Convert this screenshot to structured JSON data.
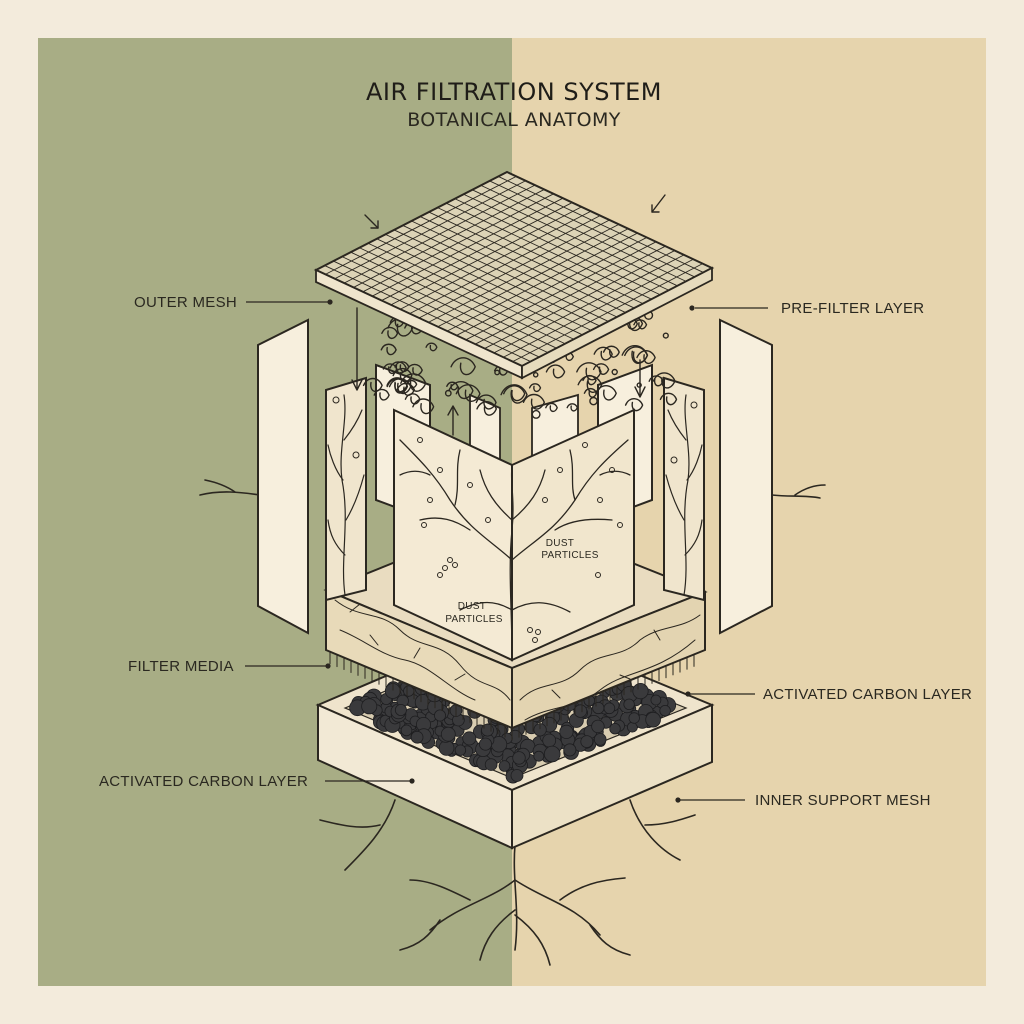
{
  "title": "AIR FILTRATION SYSTEM",
  "subtitle": "BOTANICAL ANATOMY",
  "labels": {
    "outer_mesh": "OUTER MESH",
    "pre_filter_layer": "PRE-FILTER LAYER",
    "filter_media": "FILTER MEDIA",
    "activated_carbon_right": "ACTIVATED CARBON LAYER",
    "activated_carbon_left": "ACTIVATED CARBON LAYER",
    "inner_support_mesh": "INNER SUPPORT MESH",
    "dust_particles_right": [
      "DUST",
      "PARTICLES"
    ],
    "dust_particles_left": [
      "DUST",
      "PARTICLES"
    ]
  },
  "colors": {
    "left_panel": "#a8ad85",
    "right_panel": "#e6d4ad",
    "page_border": "#f3ebdc",
    "ink": "#2b2720",
    "paper": "#f5ecd8",
    "carbon": "#3a3a3c"
  }
}
